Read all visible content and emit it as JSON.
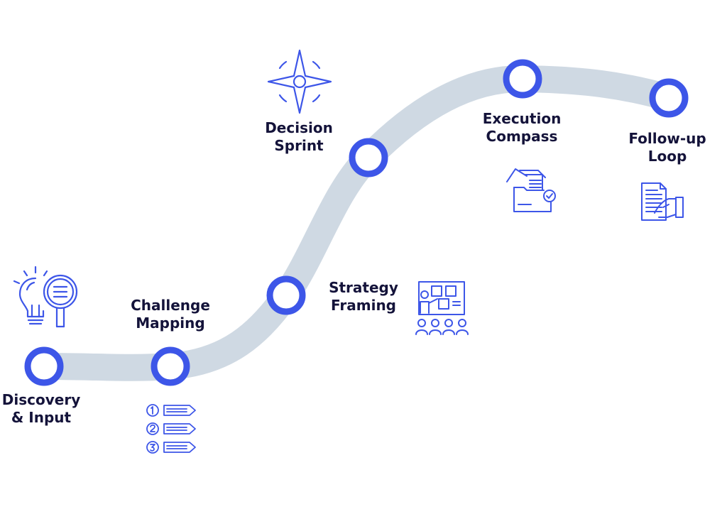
{
  "colors": {
    "path": "#cfd9e3",
    "node_ring": "#3d56e8",
    "node_fill": "#ffffff",
    "label_text": "#14133a",
    "icon_stroke": "#3d56e8"
  },
  "steps": [
    {
      "id": "discovery",
      "label_lines": [
        "Discovery",
        "& Input"
      ],
      "icon": "lightbulb-magnifier-icon"
    },
    {
      "id": "challenge",
      "label_lines": [
        "Challenge",
        "Mapping"
      ],
      "icon": "numbered-list-icon"
    },
    {
      "id": "strategy",
      "label_lines": [
        "Strategy",
        "Framing"
      ],
      "icon": "presentation-board-icon"
    },
    {
      "id": "decision",
      "label_lines": [
        "Decision",
        "Sprint"
      ],
      "icon": "compass-star-icon"
    },
    {
      "id": "execution",
      "label_lines": [
        "Execution",
        "Compass"
      ],
      "icon": "document-folder-check-icon"
    },
    {
      "id": "followup",
      "label_lines": [
        "Follow-up",
        "Loop"
      ],
      "icon": "document-hand-icon"
    }
  ]
}
